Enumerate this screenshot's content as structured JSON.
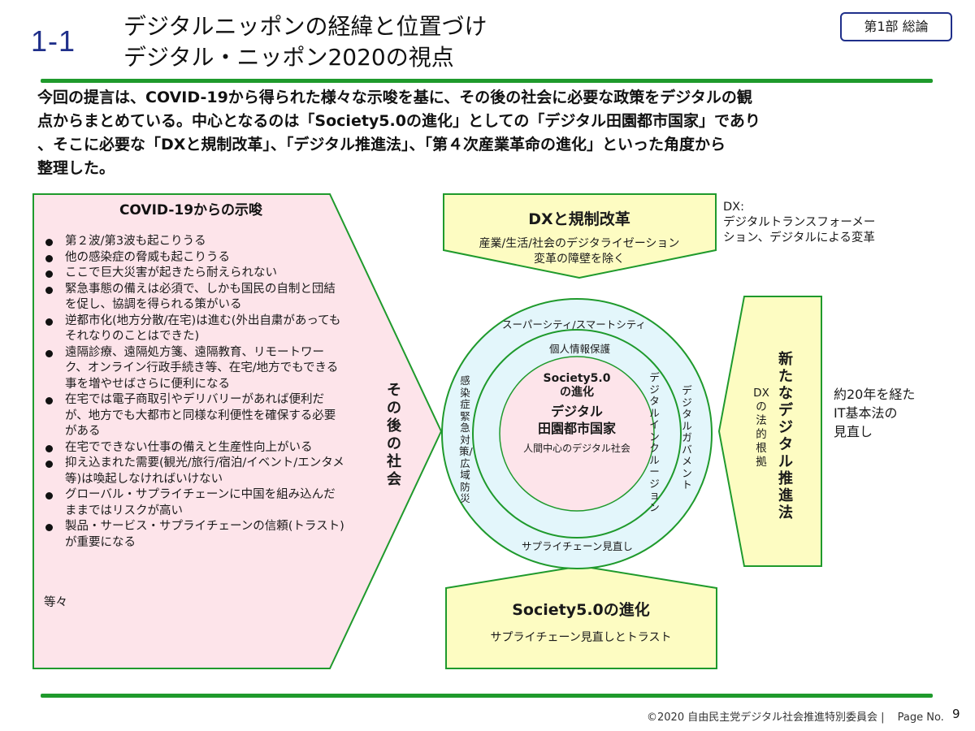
{
  "header": {
    "section_number": "1-1",
    "title_line1": "デジタルニッポンの経緯と位置づけ",
    "title_line2": "デジタル・ニッポン2020の視点",
    "part_badge": "第1部 総論"
  },
  "intro": {
    "lines": [
      "今回の提言は、COVID-19から得られた様々な示唆を基に、その後の社会に必要な政策をデジタルの観",
      "点からまとめている。中心となるのは「Society5.0の進化」としての「デジタル田園都市国家」であり",
      "、そこに必要な「DXと規制改革」、「デジタル推進法」、「第４次産業革命の進化」といった角度から",
      "整理した。"
    ]
  },
  "covid": {
    "title": "COVID-19からの示唆",
    "items": [
      "第２波/第3波も起こりうる",
      "他の感染症の脅威も起こりうる",
      "ここで巨大災害が起きたら耐えられない",
      "緊急事態の備えは必須で、しかも国民の自制と団結を促し、協調を得られる策がいる",
      "逆都市化(地方分散/在宅)は進む(外出自粛があってもそれなりのことはできた)",
      "遠隔診療、遠隔処方箋、遠隔教育、リモートワーク、オンライン行政手続き等、在宅/地方でもできる事を増やせばさらに便利になる",
      "在宅では電子商取引やデリバリーがあれば便利だが、地方でも大都市と同様な利便性を確保する必要がある",
      "在宅でできない仕事の備えと生産性向上がいる",
      "抑え込まれた需要(観光/旅行/宿泊/イベント/エンタメ等)は喚起しなければいけない",
      "グローバル・サプライチェーンに中国を組み込んだままではリスクが高い",
      "製品・サービス・サプライチェーンの信頼(トラスト)が重要になる"
    ],
    "etc": "等々",
    "after_society": "その後の社会"
  },
  "dx": {
    "title": "DXと規制改革",
    "desc_line1": "産業/生活/社会のデジタライゼーション",
    "desc_line2": "変革の障壁を除く",
    "note_line1": "DX:",
    "note_line2": "デジタルトランスフォーメー",
    "note_line3": "ション、デジタルによる変革"
  },
  "law": {
    "title": "新たなデジタル推進法",
    "sub": "DXの法的根拠",
    "note_line1": "約20年を経た",
    "note_line2": "IT基本法の",
    "note_line3": "見直し"
  },
  "society5": {
    "title": "Society5.0の進化",
    "desc": "サプライチェーン見直しとトラスト"
  },
  "circle": {
    "outer_top": "スーパーシティ/スマートシティ",
    "outer_left": "感染症緊急対策/広域防災",
    "outer_right": "デジタルガバメント",
    "outer_bottom": "サプライチェーン見直し",
    "middle_top": "個人情報保護",
    "middle_right": "デジタルインクルージョン",
    "center_line1": "Society5.0",
    "center_line2": "の進化",
    "center_line3": "デジタル",
    "center_line4": "田園都市国家",
    "center_line5": "人間中心のデジタル社会"
  },
  "footer": {
    "copyright": "©2020 自由民主党デジタル社会推進特別委員会 |",
    "page_label": "Page No.",
    "page_number": "9"
  },
  "colors": {
    "accent_green": "#1f9a2c",
    "navy": "#1f2f8a",
    "pink_fill": "#fde4ea",
    "yellow_fill": "#fdfcc2",
    "cyan_fill": "#e3f6fb"
  }
}
